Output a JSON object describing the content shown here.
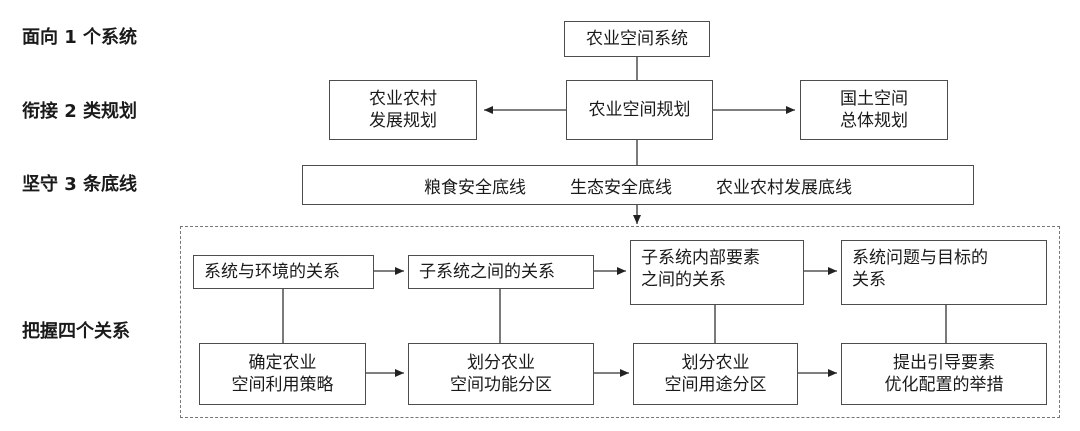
{
  "labels": {
    "row1": "面向 1 个系统",
    "row2": "衔接 2 类规划",
    "row3": "坚守 3 条底线",
    "row4": "把握四个关系"
  },
  "system_box": "农业空间系统",
  "planning": {
    "center": "农业空间规划",
    "left": [
      "农业农村",
      "发展规划"
    ],
    "right": [
      "国土空间",
      "总体规划"
    ]
  },
  "redlines": [
    "粮食安全底线",
    "生态安全底线",
    "农业农村发展底线"
  ],
  "relations_top": [
    [
      "系统与环境的关系"
    ],
    [
      "子系统之间的关系"
    ],
    [
      "子系统内部要素",
      "之间的关系"
    ],
    [
      "系统问题与目标的",
      "关系"
    ]
  ],
  "relations_bottom": [
    [
      "确定农业",
      "空间利用策略"
    ],
    [
      "划分农业",
      "空间功能分区"
    ],
    [
      "划分农业",
      "空间用途分区"
    ],
    [
      "提出引导要素",
      "优化配置的举措"
    ]
  ]
}
